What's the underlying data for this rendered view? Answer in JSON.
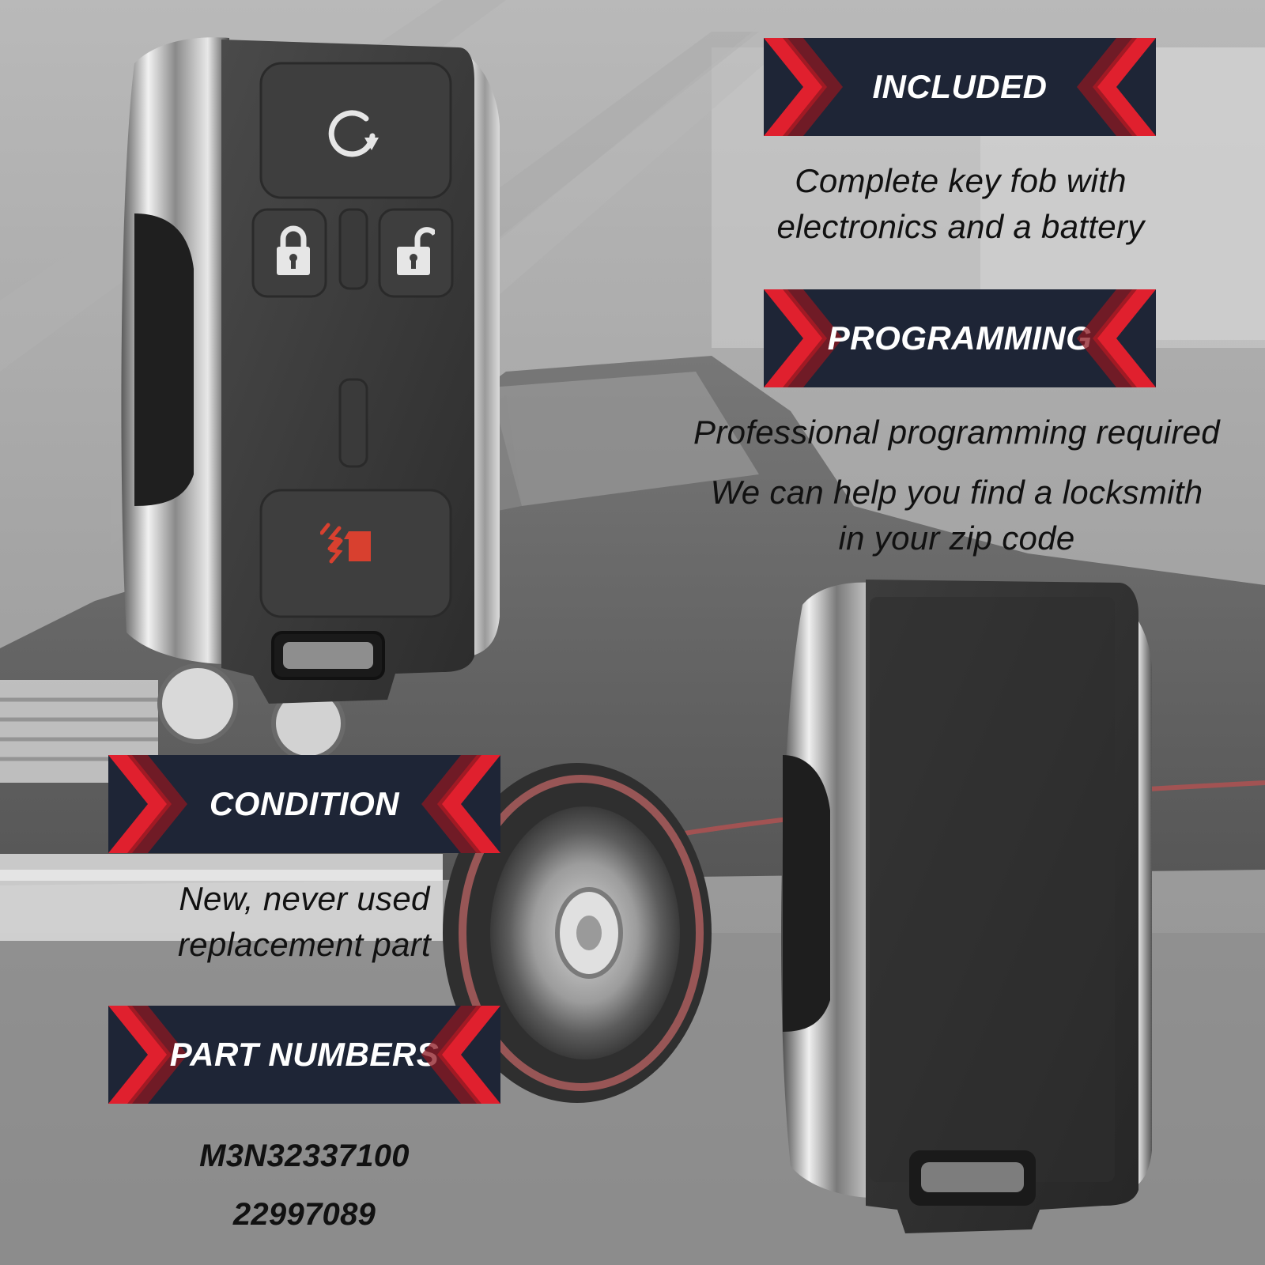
{
  "sections": {
    "included": {
      "title": "INCLUDED",
      "lines": [
        "Complete key fob with",
        "electronics and a battery"
      ]
    },
    "programming": {
      "title": "PROGRAMMING",
      "lines": [
        "Professional programming required",
        "We can help you find a locksmith",
        "in your zip code"
      ]
    },
    "condition": {
      "title": "CONDITION",
      "lines": [
        "New, never used",
        "replacement part"
      ]
    },
    "part_numbers": {
      "title": "PART NUMBERS",
      "lines": [
        "M3N32337100",
        "22997089"
      ]
    }
  },
  "colors": {
    "banner_bg": "#1e2536",
    "accent_red": "#e0202e",
    "caption_text": "#111111",
    "fob_body": "#3a3a3a",
    "panic_button_icon": "#d8402f"
  },
  "icons": {
    "remote_start": "remote-start-icon",
    "lock": "lock-icon",
    "unlock": "unlock-icon",
    "panic": "panic-icon"
  }
}
